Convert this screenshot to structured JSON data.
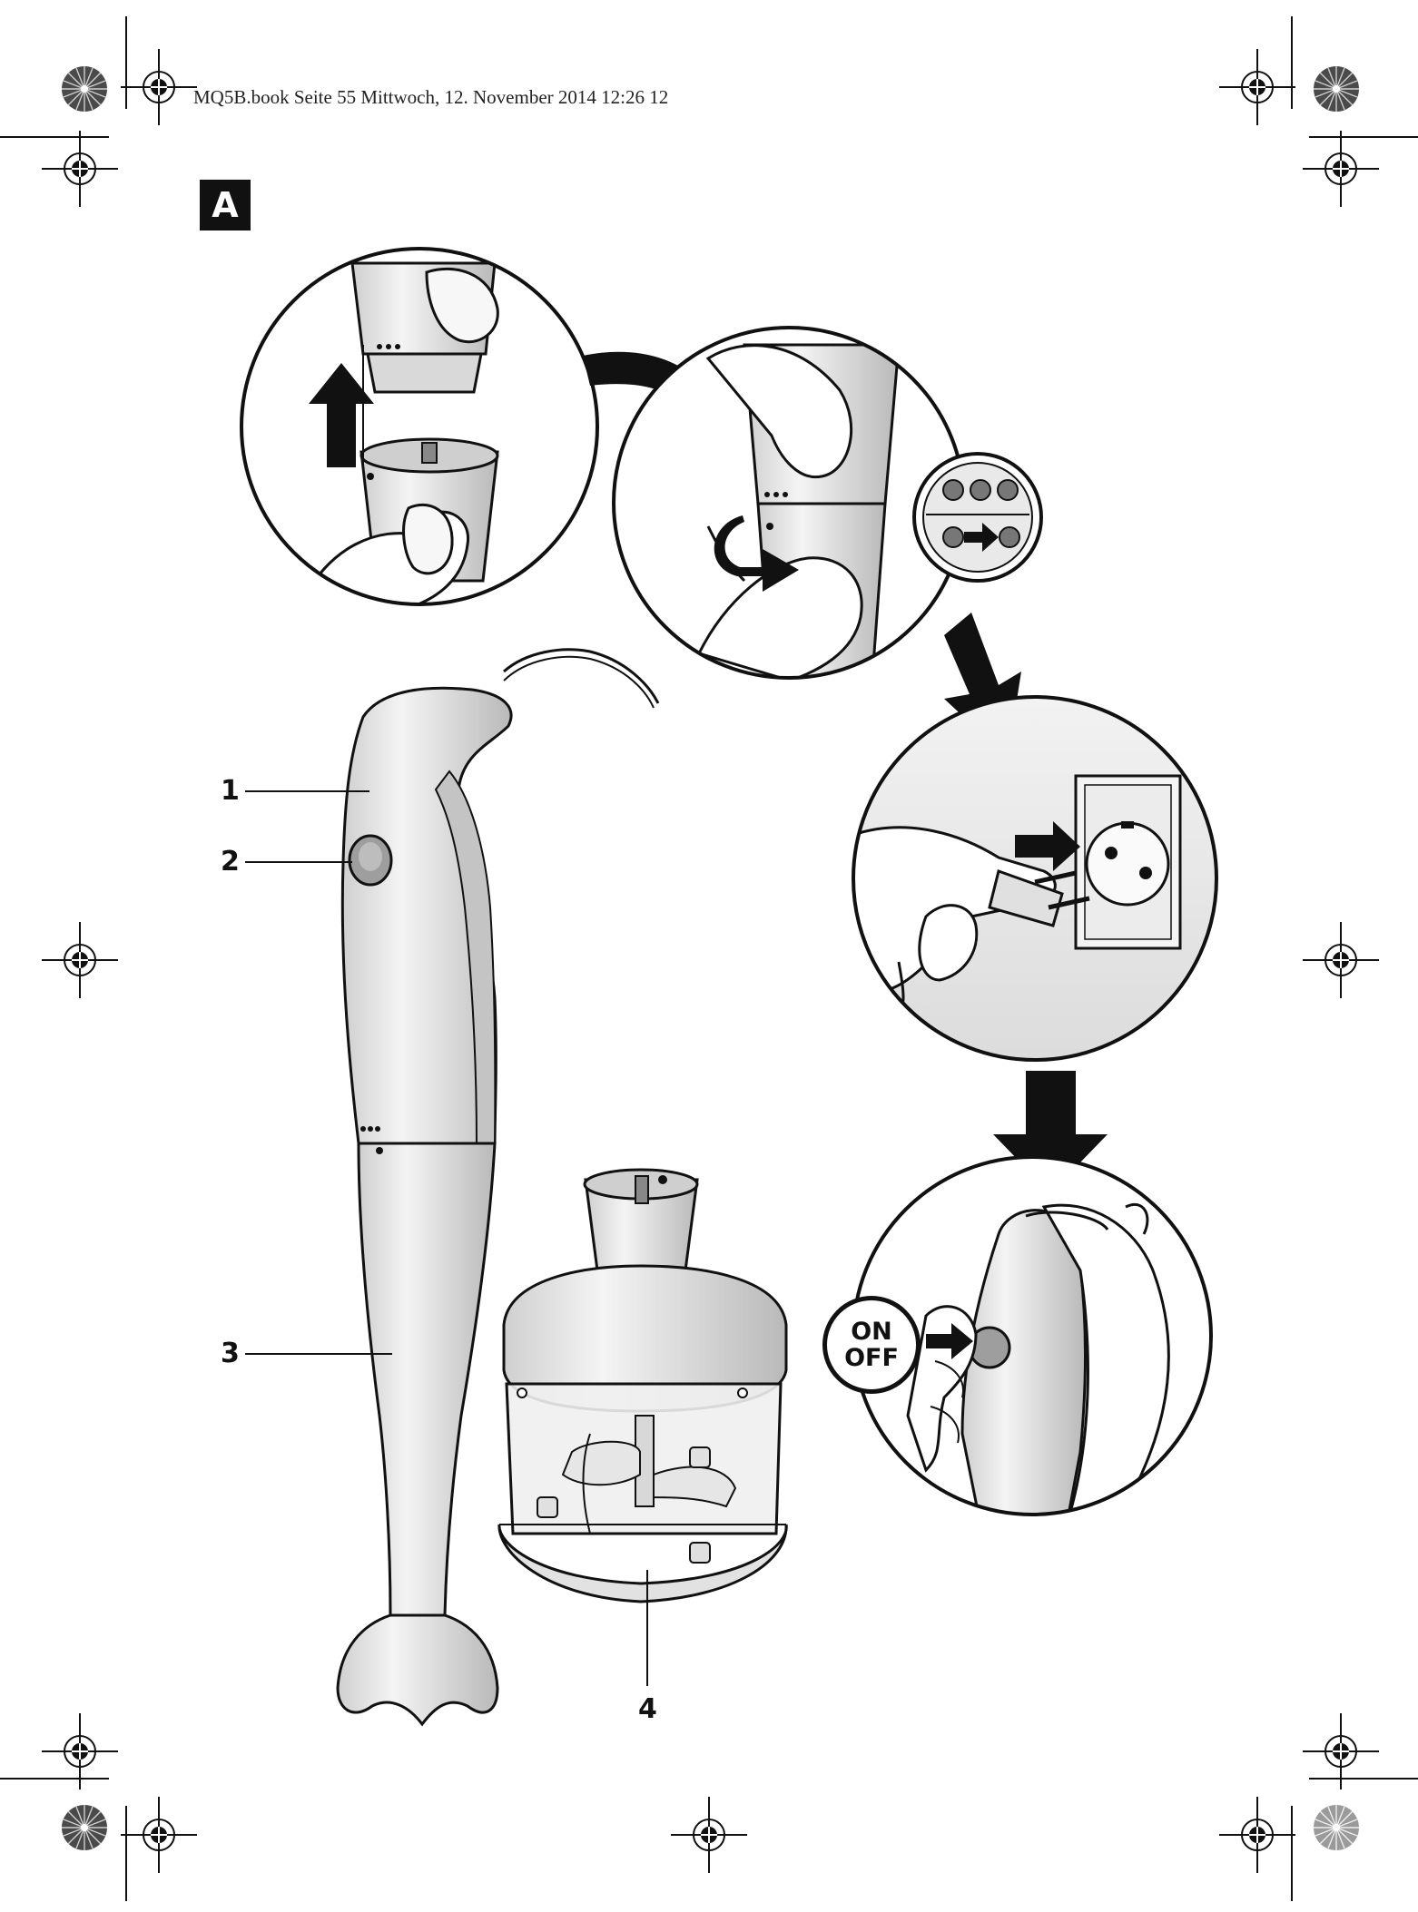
{
  "header": {
    "print_line": "MQ5B.book  Seite 55  Mittwoch, 12. November 2014  12:26 12"
  },
  "section_badge": "A",
  "parts": {
    "label_1": "1",
    "label_2": "2",
    "label_3": "3",
    "label_4": "4"
  },
  "switch_label": {
    "on": "ON",
    "off": "OFF"
  },
  "icons": [
    "registration-mark-icon",
    "color-calibration-wheel-icon",
    "arrow-icon"
  ],
  "colors": {
    "ink": "#111111",
    "device_body": "#e6e6e6",
    "shade": "#bdbdbd",
    "background": "#ffffff"
  }
}
